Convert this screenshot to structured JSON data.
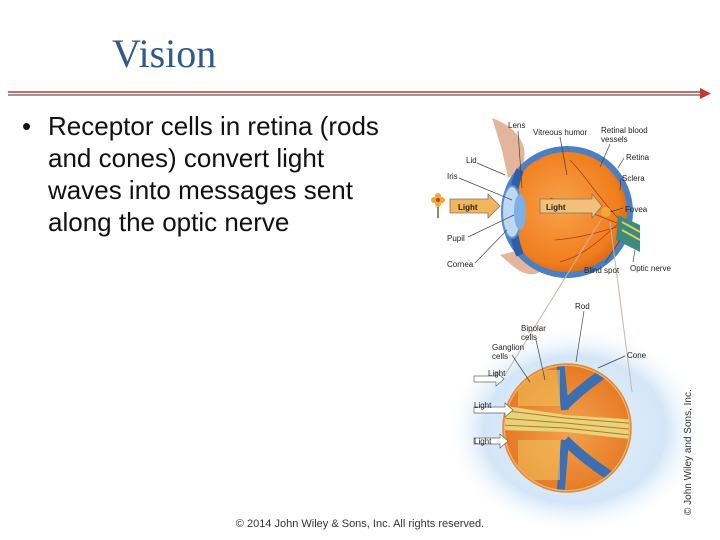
{
  "slide": {
    "title": "Vision",
    "bullet": "Receptor cells in retina (rods and cones) convert light waves into messages sent along the optic nerve",
    "footer": "© 2014 John Wiley & Sons, Inc. All rights reserved.",
    "vertical_credit": "© John Wiley and Sons, Inc."
  },
  "colors": {
    "title": "#2f5a8a",
    "rule": "#c0392b",
    "eyeball": "#f07d1e",
    "iris_blue": "#5a90d4",
    "glow": "#cfe3f7"
  },
  "diagram": {
    "labels": {
      "lens": "Lens",
      "vitreous": "Vitreous humor",
      "retinal_vessels_1": "Retinal blood",
      "retinal_vessels_2": "vessels",
      "retina": "Retina",
      "lid": "Lid",
      "iris": "Iris",
      "sclera": "Sclera",
      "light_in": "Light",
      "light_inside": "Light",
      "fovea": "Fovea",
      "pupil": "Pupil",
      "cornea": "Cornea",
      "blind_spot": "Blind spot",
      "optic_nerve": "Optic nerve",
      "rod": "Rod",
      "bipolar_1": "Bipolar",
      "bipolar_2": "cells",
      "ganglion_1": "Ganglion",
      "ganglion_2": "cells",
      "cone": "Cone",
      "light_1": "Light",
      "light_2": "Light",
      "light_3": "Light"
    }
  }
}
